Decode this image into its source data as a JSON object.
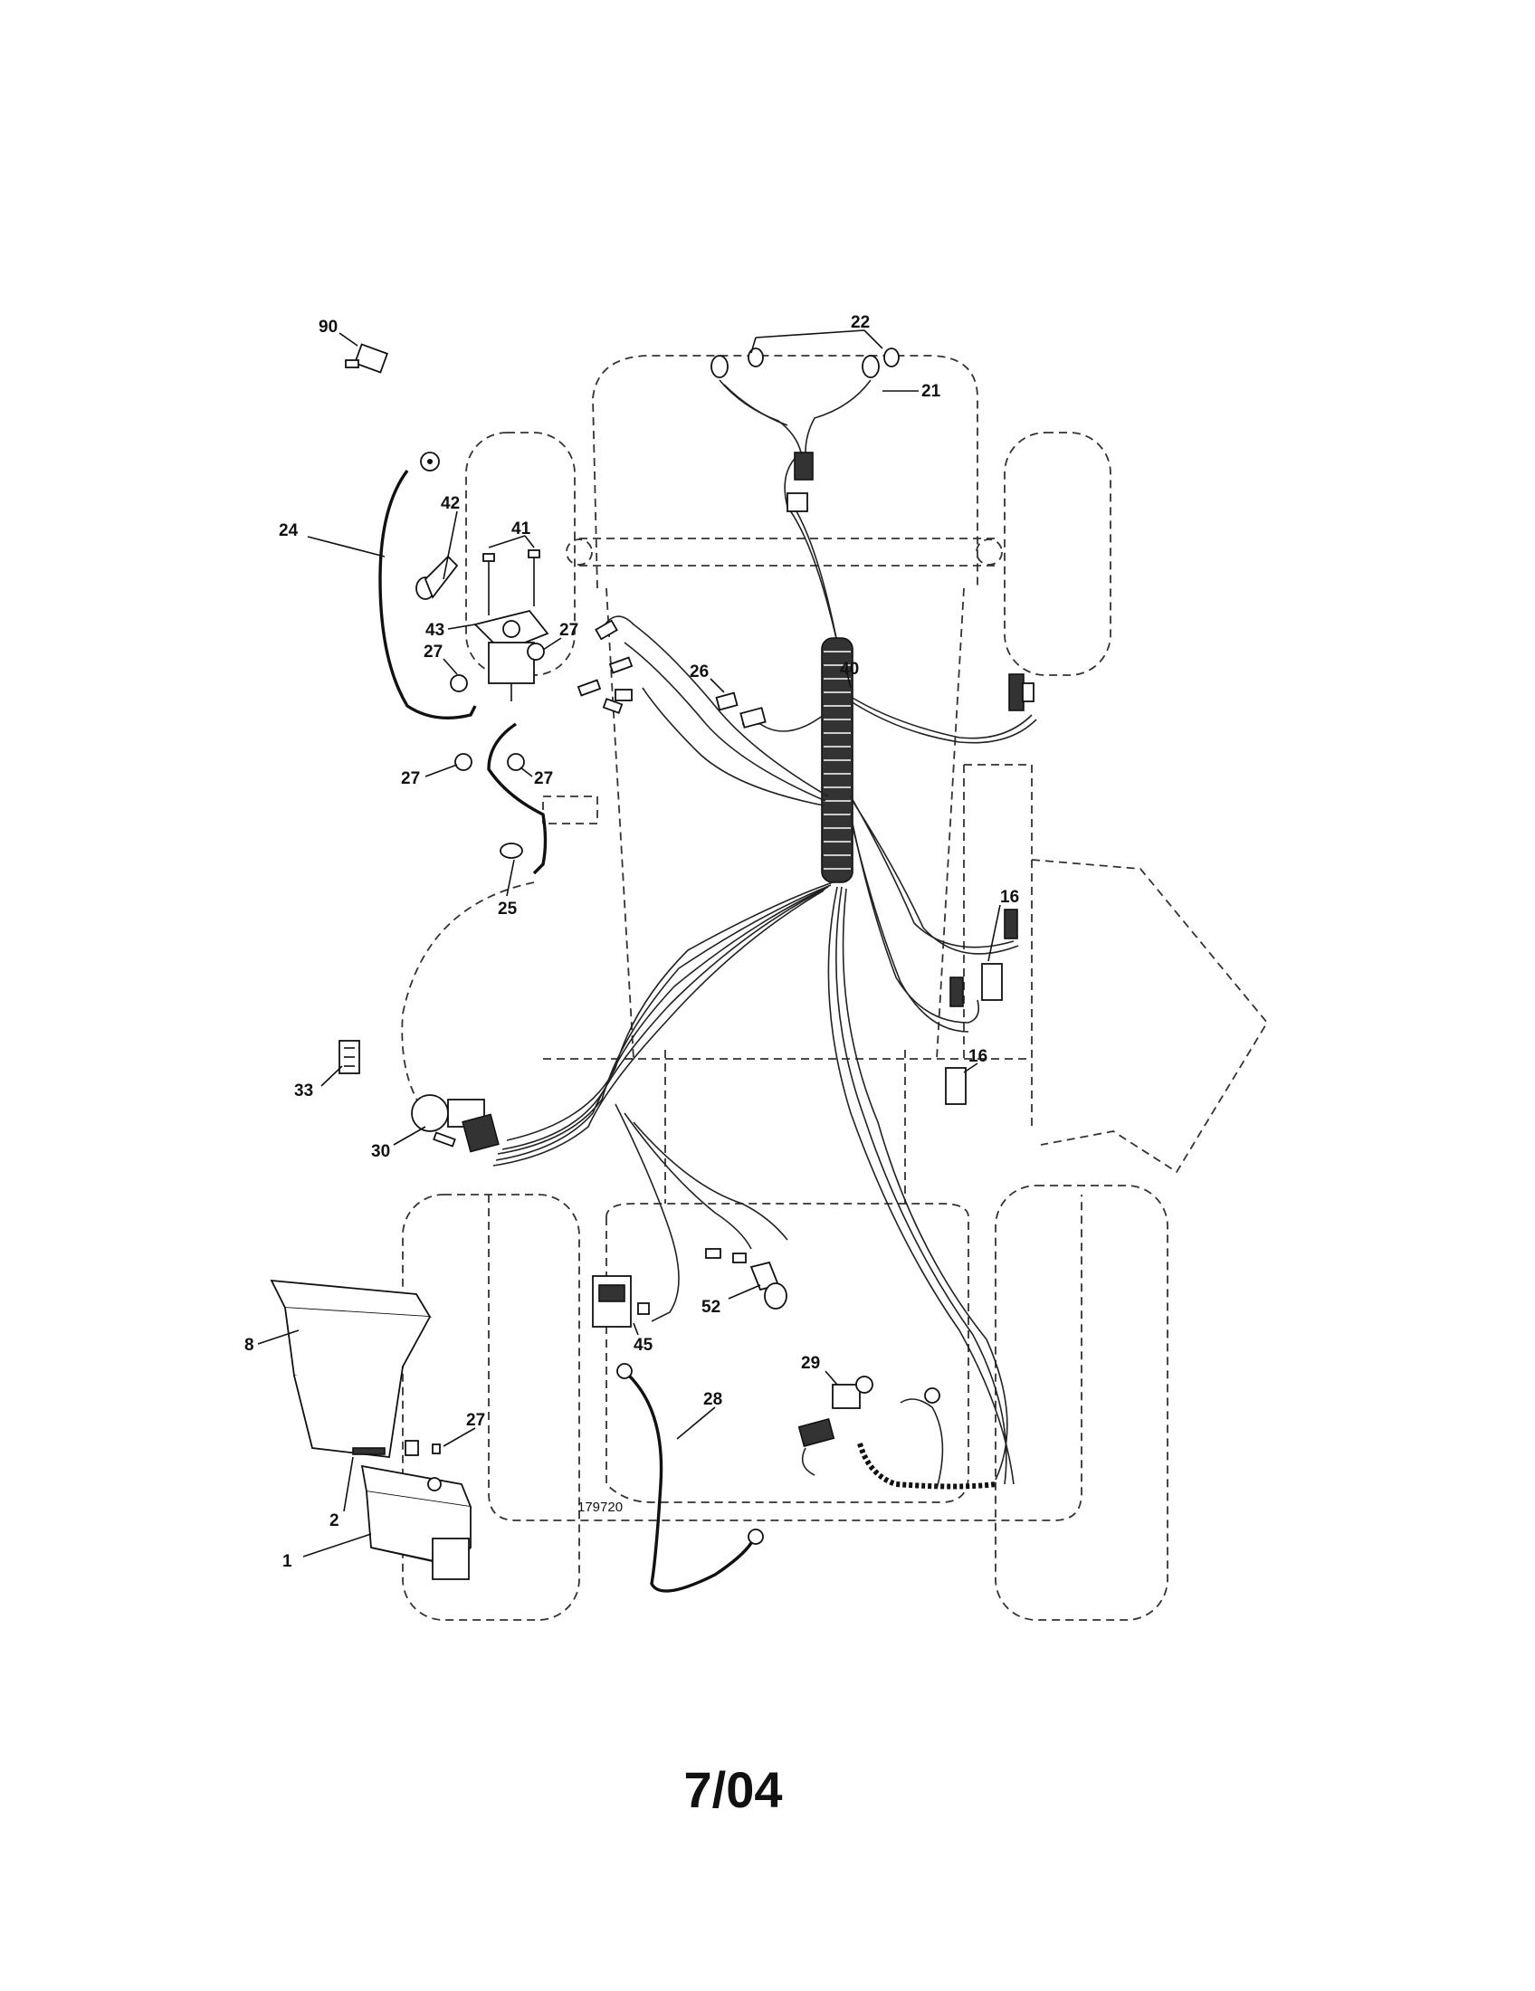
{
  "diagram": {
    "drawing_number": "179720",
    "date_code": "7/04",
    "callouts": {
      "c90": "90",
      "c22": "22",
      "c21": "21",
      "c24": "24",
      "c42": "42",
      "c41": "41",
      "c43": "43",
      "c27a": "27",
      "c27b": "27",
      "c27c": "27",
      "c27d": "27",
      "c27e": "27",
      "c26": "26",
      "c40": "40",
      "c25": "25",
      "c16a": "16",
      "c16b": "16",
      "c33": "33",
      "c30": "30",
      "c8": "8",
      "c45": "45",
      "c52": "52",
      "c29": "29",
      "c28": "28",
      "c2": "2",
      "c1": "1"
    }
  }
}
